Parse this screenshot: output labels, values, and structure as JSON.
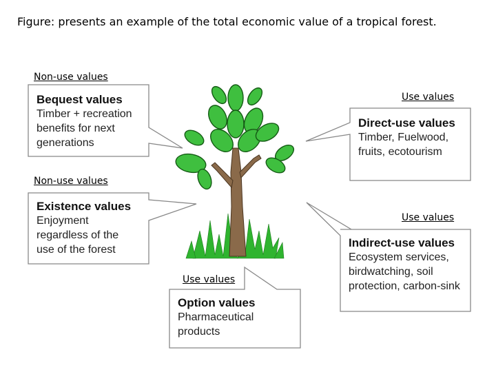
{
  "caption": "Figure: presents an example of the total economic value of a tropical forest.",
  "labels": {
    "non_use_top": "Non-use values",
    "non_use_middle": "Non-use values",
    "use_top": "Use values",
    "use_middle": "Use values",
    "use_bottom": "Use values"
  },
  "boxes": {
    "bequest": {
      "title": "Bequest values",
      "lines": [
        "Timber + recreation",
        "benefits for next",
        "generations"
      ]
    },
    "existence": {
      "title": "Existence values",
      "lines": [
        "Enjoyment",
        "regardless of the",
        "use of the forest"
      ]
    },
    "direct_use": {
      "title": "Direct-use values",
      "lines": [
        "Timber, Fuelwood,",
        "fruits, ecotourism"
      ]
    },
    "indirect_use": {
      "title": "Indirect-use values",
      "lines": [
        "Ecosystem services,",
        "birdwatching, soil",
        "protection, carbon-sink"
      ]
    },
    "option": {
      "title": "Option values",
      "lines": [
        "Pharmaceutical",
        "products"
      ]
    }
  },
  "colors": {
    "leaf": "#3fbf3f",
    "leaf_vein": "#145a14",
    "trunk": "#8a6a4a",
    "grass": "#2fb42f",
    "box_border": "#888888"
  }
}
